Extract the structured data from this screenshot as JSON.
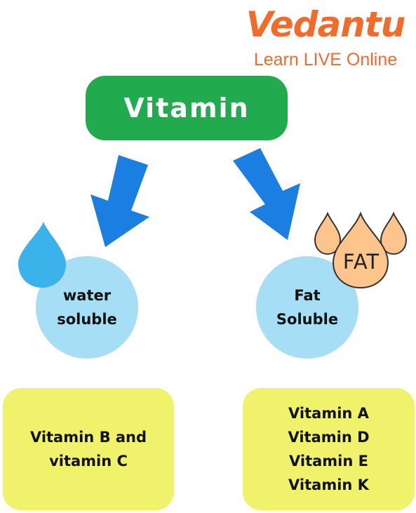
{
  "logo": {
    "brand": "Vedantu",
    "tagline": "Learn LIVE Online"
  },
  "root": {
    "label": "Vitamin"
  },
  "branches": [
    {
      "label_lines": [
        "water",
        "soluble"
      ],
      "icon": "water-drop-icon",
      "items": [
        "Vitamin B and",
        "vitamin C"
      ]
    },
    {
      "label_lines": [
        "Fat",
        "Soluble"
      ],
      "icon": "fat-drops-icon",
      "icon_text": "FAT",
      "items": [
        "Vitamin A",
        "Vitamin D",
        "Vitamin E",
        "Vitamin K"
      ]
    }
  ],
  "colors": {
    "brand": "#f26b2a",
    "root_box": "#22ab4e",
    "arrow": "#1a7fe0",
    "circle": "#a6def5",
    "card": "#eff26a",
    "water_drop": "#3bb3ea",
    "fat_drop": "#fdc58c"
  }
}
